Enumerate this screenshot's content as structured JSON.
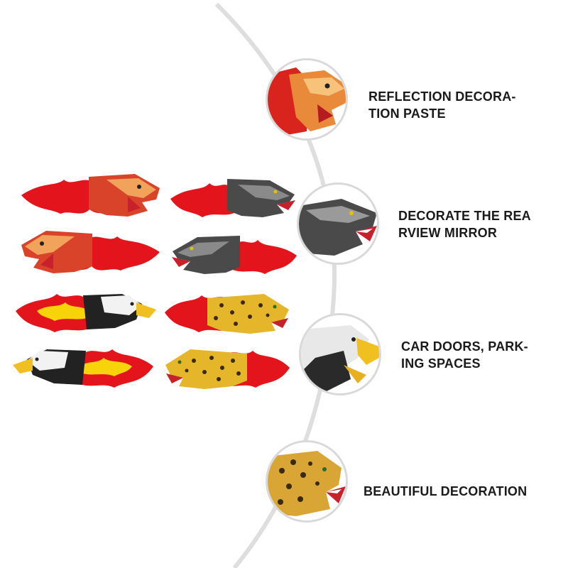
{
  "features": [
    {
      "line1": "REFLECTION DECORA-",
      "line2": "TION PASTE",
      "animal": "lion"
    },
    {
      "line1": "DECORATE THE REA",
      "line2": "RVIEW MIRROR",
      "animal": "wolf"
    },
    {
      "line1": "CAR DOORS, PARK-",
      "line2": "ING SPACES",
      "animal": "eagle"
    },
    {
      "line1": "BEAUTIFUL DECORATION",
      "line2": "",
      "animal": "leopard"
    }
  ],
  "stickers": [
    {
      "animal": "lion",
      "facing": "right"
    },
    {
      "animal": "wolf",
      "facing": "right"
    },
    {
      "animal": "lion",
      "facing": "left"
    },
    {
      "animal": "wolf",
      "facing": "left"
    },
    {
      "animal": "eagle",
      "facing": "right"
    },
    {
      "animal": "leopard",
      "facing": "right"
    },
    {
      "animal": "eagle",
      "facing": "left"
    },
    {
      "animal": "leopard",
      "facing": "left"
    }
  ],
  "colors": {
    "flame_red": "#e3141b",
    "flame_yellow": "#f7d40a",
    "circle_border": "#d9d9d9",
    "arc": "#dedede",
    "text": "#1a1a1a"
  }
}
